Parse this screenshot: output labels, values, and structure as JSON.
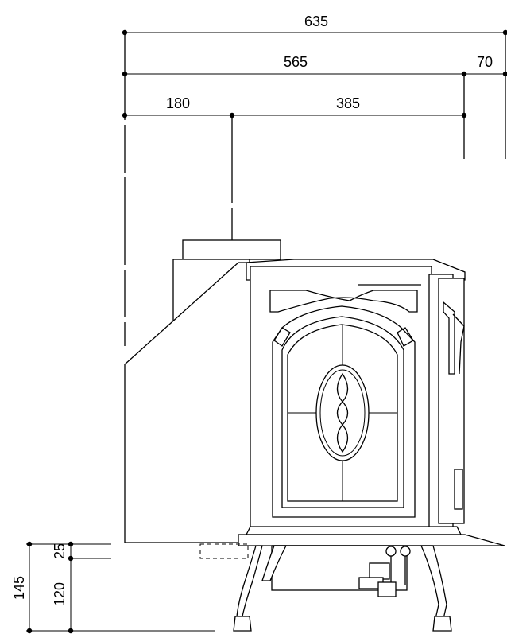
{
  "dimensions": {
    "overall_depth": "635",
    "body_depth": "565",
    "handle_projection": "70",
    "flue_offset": "180",
    "flue_to_front": "385",
    "total_height_label": "145",
    "ash_clearance": "25",
    "leg_height": "120"
  }
}
